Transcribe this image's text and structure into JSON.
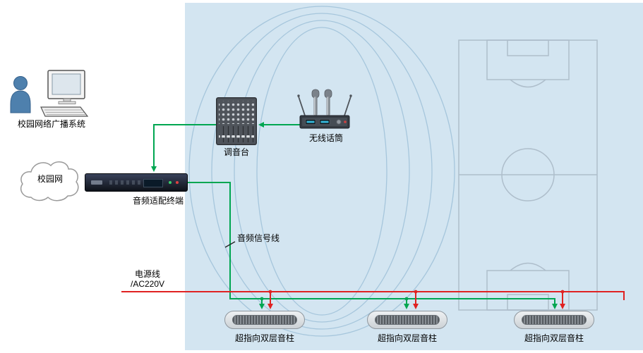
{
  "diagram": {
    "broadcast_system": {
      "label": "校园网络广播系统"
    },
    "campus_network": {
      "label": "校园网"
    },
    "audio_adapter_terminal": {
      "label": "音频适配终端"
    },
    "mixer": {
      "label": "调音台"
    },
    "wireless_microphone": {
      "label": "无线话筒"
    },
    "audio_signal_line": {
      "label": "音频信号线"
    },
    "power_line": {
      "line1": "电源线",
      "line2": "/AC220V"
    },
    "speakers": [
      {
        "label": "超指向双层音柱"
      },
      {
        "label": "超指向双层音柱"
      },
      {
        "label": "超指向双层音柱"
      }
    ],
    "colors": {
      "audio_cable_green": "#00a651",
      "power_cable_red": "#e02222",
      "field_background": "#d3e5f1",
      "track_line": "#a6c6dc",
      "field_marking_line": "#aebecb"
    }
  }
}
